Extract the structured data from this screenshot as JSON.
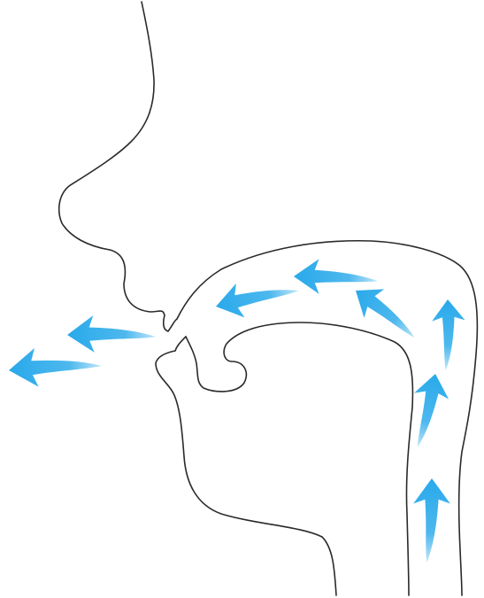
{
  "colors": {
    "outline": "#2a2a2a",
    "arrow_fill": "#29a9ea",
    "arrow_light": "#bfe6f8",
    "background": "#ffffff"
  },
  "diagram": {
    "subject": "head-profile-airflow",
    "arrows": [
      {
        "id": "exit-far"
      },
      {
        "id": "exit-near"
      },
      {
        "id": "mouth-front"
      },
      {
        "id": "mouth-top"
      },
      {
        "id": "pharynx-upper-left"
      },
      {
        "id": "pharynx-upper-right"
      },
      {
        "id": "pharynx-mid"
      },
      {
        "id": "pharynx-low"
      },
      {
        "id": "pharynx-bottom"
      }
    ]
  }
}
